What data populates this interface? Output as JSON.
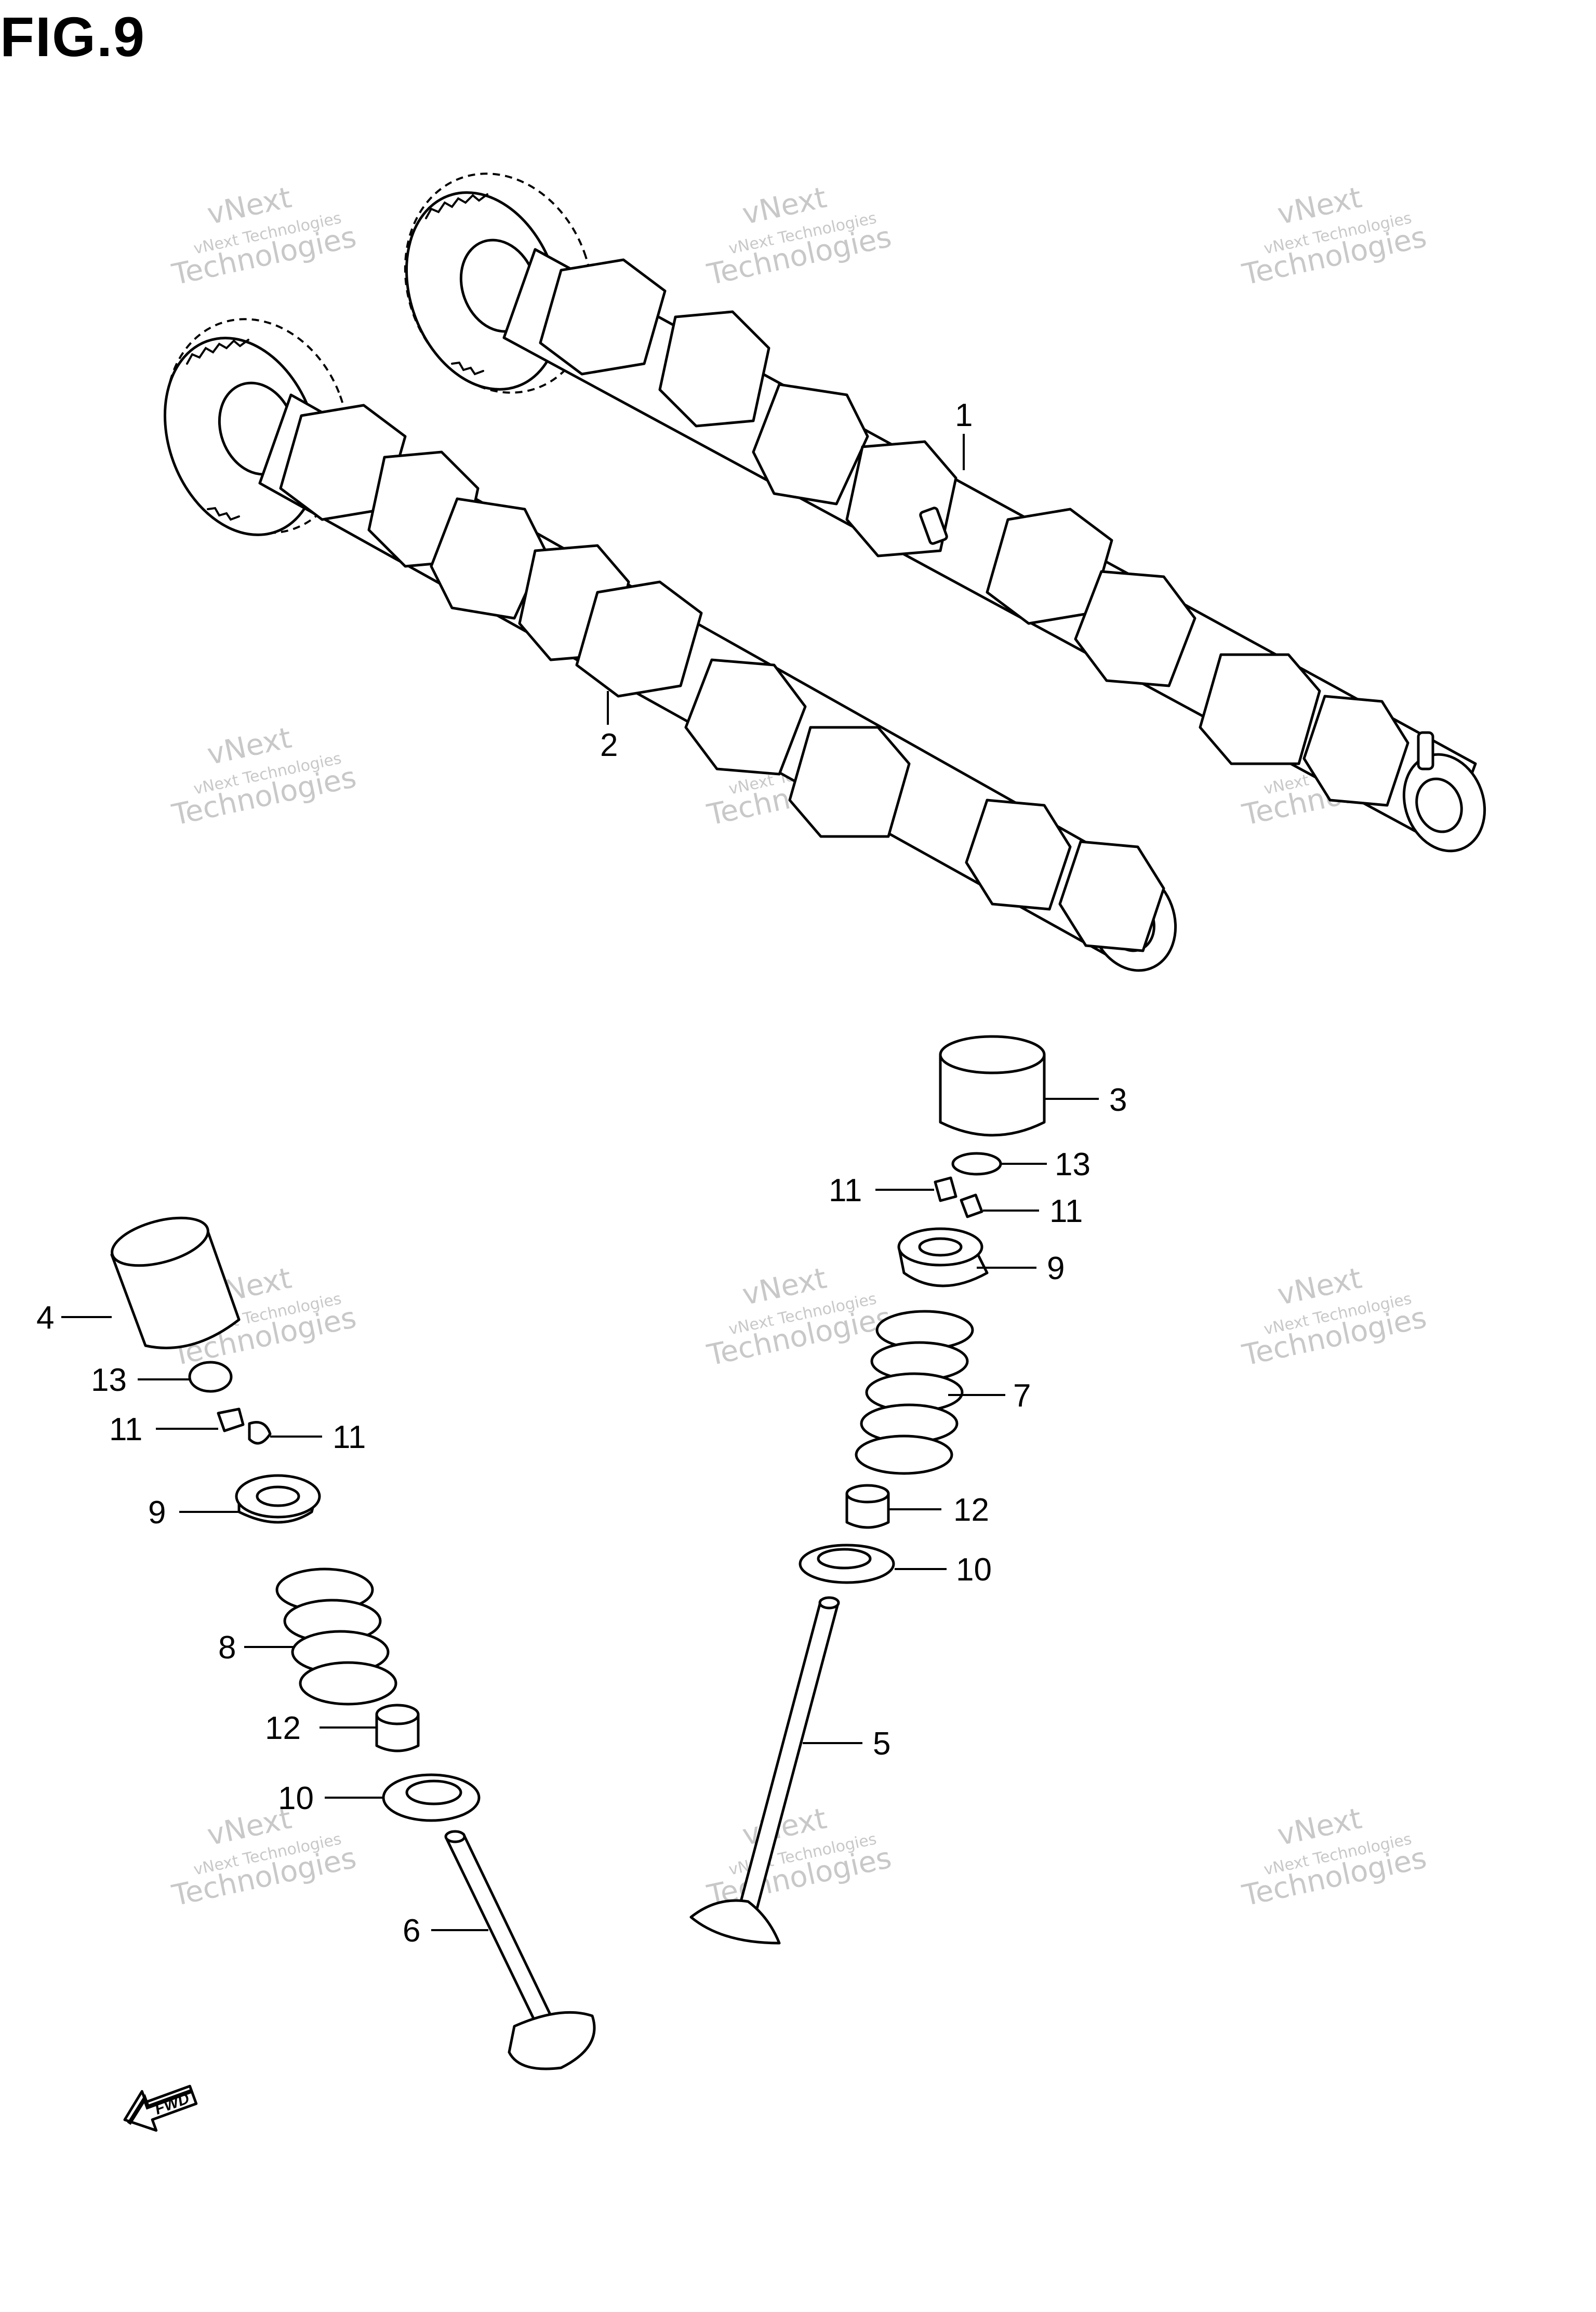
{
  "figure": {
    "title": "FIG.9"
  },
  "watermark": {
    "line1": "vNext Technologies",
    "line2": "Technologies",
    "line3": "vNext"
  },
  "fwd_label": "FWD",
  "callouts": {
    "c1": "1",
    "c2": "2",
    "c3": "3",
    "c4": "4",
    "c5": "5",
    "c6": "6",
    "c7": "7",
    "c8": "8",
    "c9a": "9",
    "c9b": "9",
    "c10a": "10",
    "c10b": "10",
    "c11a": "11",
    "c11b": "11",
    "c11c": "11",
    "c11d": "11",
    "c12a": "12",
    "c12b": "12",
    "c13a": "13",
    "c13b": "13"
  },
  "colors": {
    "line": "#000000",
    "watermark": "#c8c8c8",
    "background": "#ffffff"
  }
}
